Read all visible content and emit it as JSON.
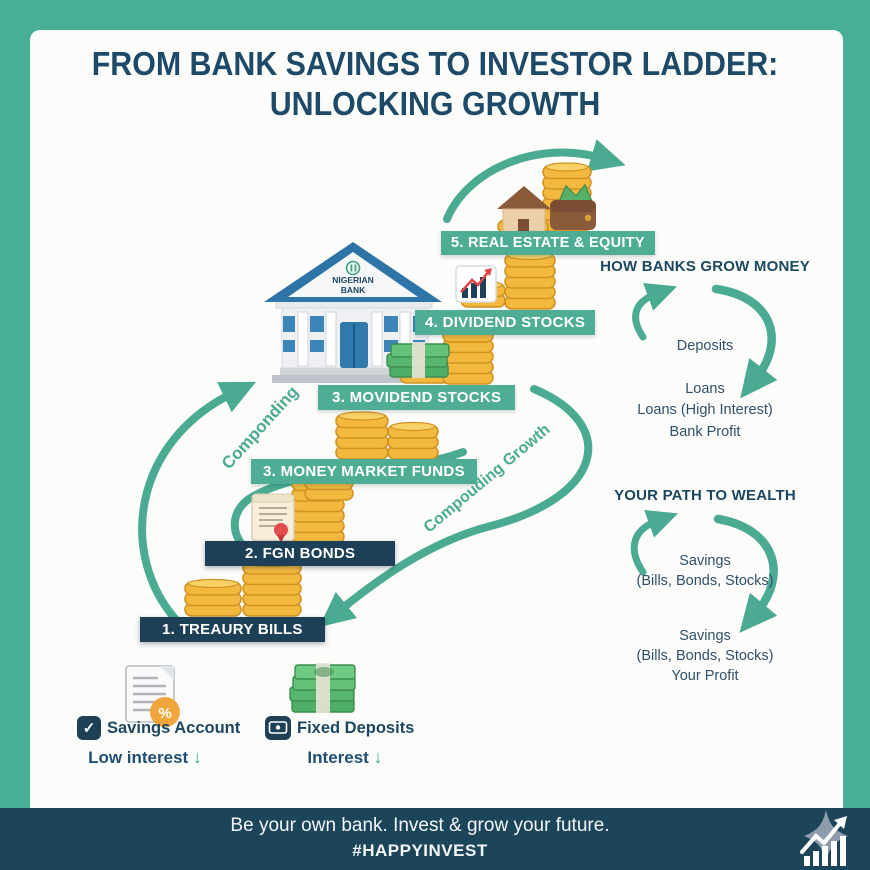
{
  "colors": {
    "frame_teal": "#49b098",
    "arrow_teal": "#4aab92",
    "navy": "#1e4057",
    "title_navy": "#1d4a68",
    "footer_navy": "#1d4559",
    "coin_gold": "#f3b93e",
    "accent_red": "#e04545",
    "bill_green": "#57b169",
    "down_arrow_green": "#3fae85",
    "badge_orange": "#f0a63c"
  },
  "title": {
    "line1": "FROM BANK SAVINGS TO INVESTOR LADDER:",
    "line2": "UNLOCKING GROWTH"
  },
  "bank": {
    "name_line1": "NIGERIAN",
    "name_line2": "BANK"
  },
  "ladder_steps": [
    {
      "label": "1. TREAURY BILLS"
    },
    {
      "label": "2. FGN BONDS"
    },
    {
      "label": "3. MONEY MARKET FUNDS"
    },
    {
      "label": "3. MOVIDEND STOCKS"
    },
    {
      "label": "4. DIVIDEND STOCKS"
    },
    {
      "label": "5. REAL ESTATE & EQUITY"
    }
  ],
  "annotations": {
    "left_arrow": "Componding",
    "right_arrow": "Compouding Growth"
  },
  "bank_cycle": {
    "heading": "HOW BANKS GROW MONEY",
    "deposits": "Deposits",
    "loans": "Loans",
    "loans_high": "Loans (High Interest)",
    "bank_profit": "Bank Profit"
  },
  "wealth_cycle": {
    "heading": "YOUR PATH TO WEALTH",
    "savings1": "Savings",
    "savings1_sub": "(Bills, Bonds, Stocks)",
    "savings2": "Savings",
    "savings2_sub": "(Bills, Bonds, Stocks)",
    "your_profit": "Your Profit"
  },
  "legend": {
    "savings_account": {
      "label": "Savings Account",
      "sub": "Low interest",
      "arrow": "↓",
      "badge": "%",
      "check": "✓"
    },
    "fixed_deposits": {
      "label": "Fixed Deposits",
      "sub": "Interest",
      "arrow": "↓"
    }
  },
  "footer": {
    "line1": "Be your own bank. Invest & grow your future.",
    "line2": "#HAPPYINVEST"
  }
}
